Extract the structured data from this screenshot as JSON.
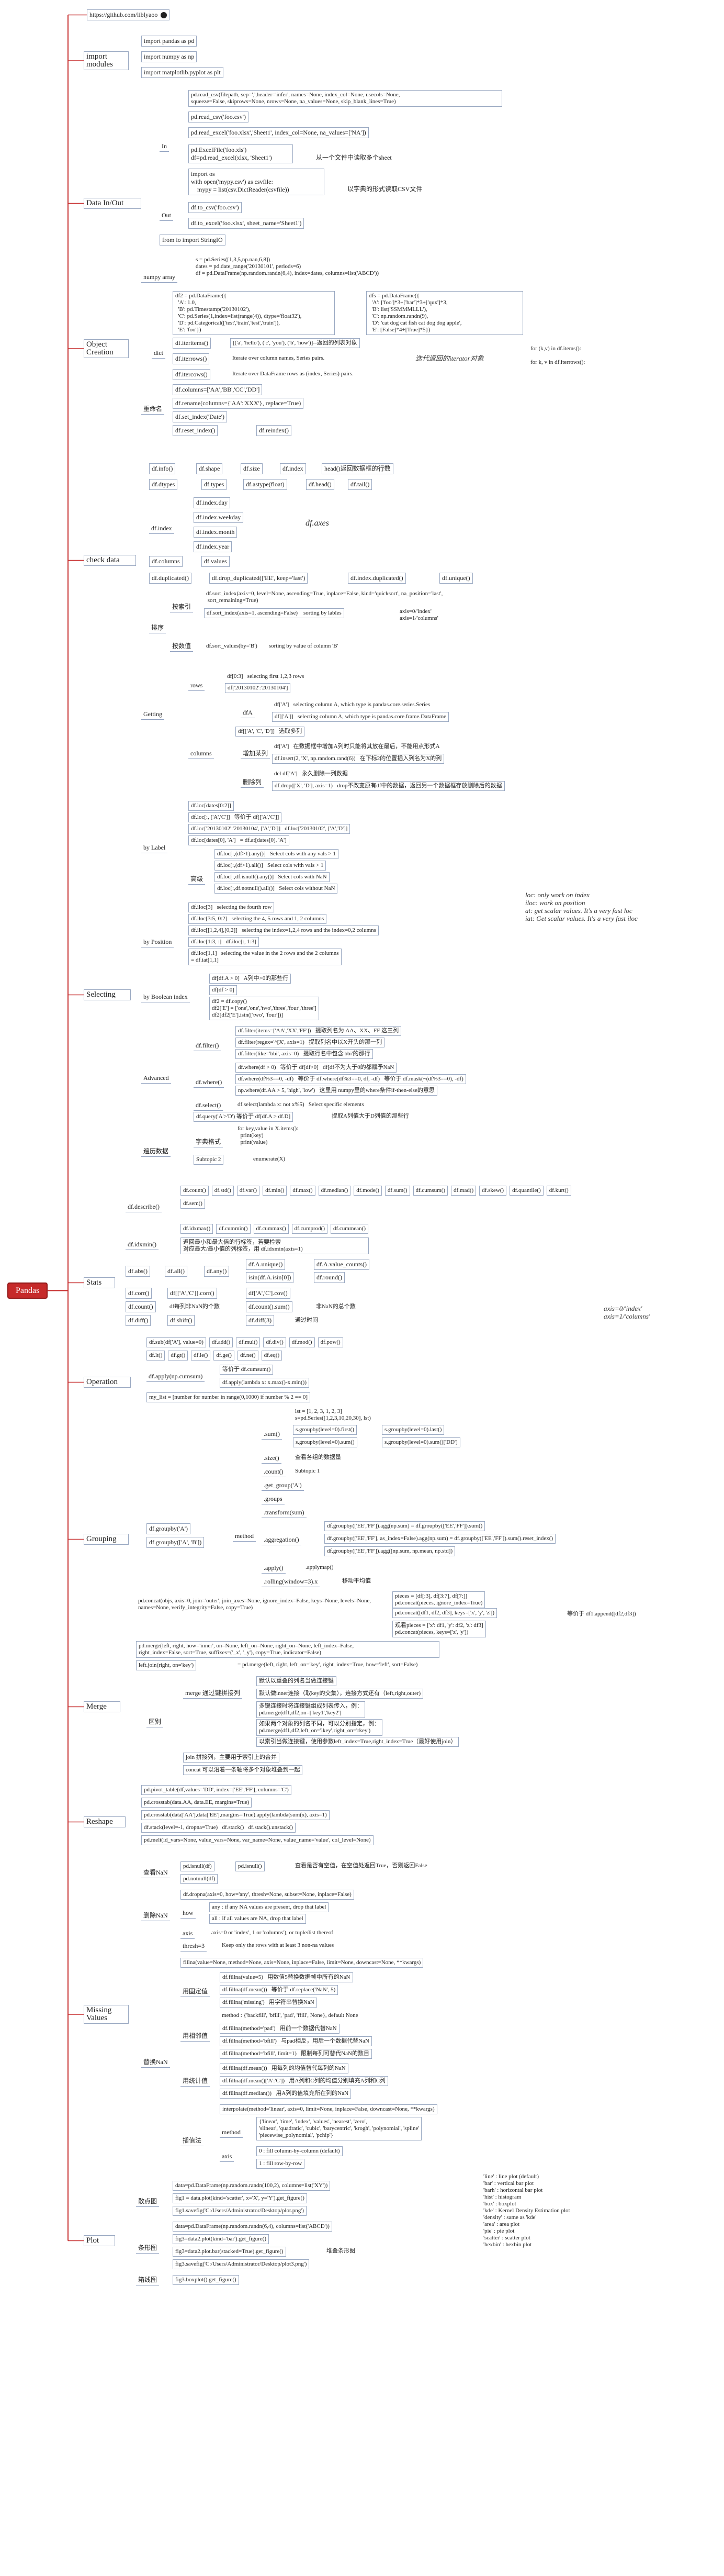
{
  "root": "Pandas",
  "header": {
    "url": "https://github.com/liblyaoo"
  },
  "sections": {
    "imports": {
      "title": "import\nmodules",
      "items": [
        "import pandas as pd",
        "import numpy as np",
        "import matplotlib.pyplot as plt"
      ]
    },
    "io": {
      "title": "Data In/Out",
      "in_label": "In",
      "out_label": "Out",
      "in_items": [
        "pd.read_csv(filepath, sep=',',header='infer', names=None, index_col=None, usecols=None,\nsqueeze=False, skiprows=None, nrows=None, na_values=None, skip_blank_lines=True)",
        "pd.read_csv('foo.csv')",
        "pd.read_excel('foo.xlsx','Sheet1', index_col=None, na_values=['NA'])",
        "pd.ExcelFile('foo.xls')\ndf=pd.read_excel(xlsx, 'Sheet1')",
        "import os\nwith open('mypy.csv') as csvfile:\n    mypy = list(csv.DictReader(csvfile))",
        "df.to_csv('foo.csv')",
        "df.to_excel('foo.xlsx', sheet_name='Sheet1')",
        "from io import StringIO"
      ],
      "in_note1": "从一个文件中读取多个sheet",
      "in_note2": "以字典的形式读取CSV文件"
    },
    "object": {
      "title": "Object\nCreation",
      "numpy_array": "numpy array",
      "numpy_code": "s = pd.Series([1,3,5,np.nan,6,8])\ndates = pd.date_range('20130101', periods=6)\ndf = pd.DataFrame(np.random.randn(6,4), index=dates, columns=list('ABCD'))",
      "dict_label": "dict",
      "dict_code1": "df2 = pd.DataFrame({\n  'A': 1.0,\n  'B': pd.Timestamp('20130102'),\n  'C': pd.Series(1,index=list(range(4)), dtype='float32'),\n  'D': pd.Categorical(['test','train','test','train']),\n  'E': 'foo'})",
      "dict_code2": "dfs = pd.DataFrame({\n  'A': ['foo']*3+['bar']*3+['qux']*3,\n  'B': list('SSMMMLLL'),\n  'C': np.random.randn(9),\n  'D': 'cat dog cat fish cat dog dog apple',\n  'E': [False]*4+[True]*5})",
      "iteritems": "df.iteritems()",
      "iteritems_eg": "[('a', 'hello'), ('c', 'you'), ('b', 'how')]--返回的列表对象",
      "iterrows": "df.iterrows()",
      "iterrows_desc": "Iterate over column names, Series pairs.",
      "itertuples": "df.itercows()",
      "itertuples_desc": "Iterate over DataFrame rows as (index, Series) pairs.",
      "iter_note": "迭代返回的iterator对象",
      "iter_eg": "for (k,v) in df.items():\n\nfor k, v in df.iterrows():",
      "rename_label": "重命名",
      "rename_items": [
        "df.columns=['AA','BB','CC','DD']",
        "df.rename(columns={'AA':'XXX'}, replace=True)",
        "df.set_index('Date')",
        "df.reset_index()",
        "df.reindex()"
      ]
    },
    "check": {
      "title": "check data",
      "row1": [
        "df.info()",
        "df.shape",
        "df.size",
        "df.index",
        "head()返回数据框的行数",
        "df.head()",
        "df.tail()"
      ],
      "dtypes": "df.dtypes",
      "types": "df.types",
      "astype": "df.astype(float)",
      "index_label": "df.index",
      "index_items": [
        "df.index.day",
        "df.index.weekday",
        "df.index.month",
        "df.index.year"
      ],
      "axes_note": "df.axes",
      "columns": "df.columns",
      "values": "df.values",
      "dup_row": [
        "df.duplicated()",
        "df.drop_duplicated(['EE', keep='last')",
        "df.index.duplicated()",
        "df.unique()"
      ],
      "sort_label": "排序",
      "sort_idx_label": "按索引",
      "sort_val_label": "按数值",
      "sort_idx_code": "df.sort_index(axis=0, level=None, ascending=True, inplace=False, kind='quicksort', na_position='last',\n sort_remaining=True)",
      "sort_idx_eg": "df.sort_index(axis=1, ascending=False)    sorting by lables",
      "sort_axis_note": "axis=0/'index'\naxis=1/'columns'",
      "sort_val_eg": "df.sort_values(by='B')        sorting by value of column 'B'"
    },
    "selecting": {
      "title": "Selecting",
      "getting": "Getting",
      "rows_label": "rows",
      "rows_items": [
        "df[0:3]   selecting first 1,2,3 rows",
        "df['20130102':'20130104']"
      ],
      "columns_label": "columns",
      "dfA_label": "dfA",
      "dfA_items": [
        "df['A']   selecting column A, which type is pandas.core.series.Series",
        "df[['A']]   selecting column A, which type is pandas.core.frame.DataFrame"
      ],
      "multi_col": "df[['A', 'C', 'D']]   选取多列",
      "add_label": "增加某列",
      "add_items": [
        "df['A']   在数据框中增加A列时只能将其放在最后，不能用点形式A",
        "df.insert(2, 'X', np.random.rand(6))   在下标2的位置插入列名为X的列"
      ],
      "del_label": "删除列",
      "del_items": [
        "del df['A']   永久删除一列数据",
        "df.drop(['X', 'D'], axis=1)   drop不改变原有df中的数据，返回另一个数据框存放删除后的数据"
      ],
      "by_label_title": "by Label",
      "by_label_items": [
        "df.loc[dates[0:2]]",
        "df.loc[:, ['A','C']]   等价于 df[['A','C']]",
        "df.loc['20130102':'20130104', ['A','D']]   df.loc['20130102', ['A','D']]",
        "df.loc[dates[0], 'A']   = df.at[dates[0], 'A']"
      ],
      "advanced_label": "高级",
      "advanced_items": [
        "df.loc[:,(df>1).any()]   Select cols with any vals > 1",
        "df.loc[:,(df>1).all()]   Select cols with vals > 1",
        "df.loc[:,df.isnull().any()]   Select cols with NaN",
        "df.loc[:,df.notnull().all()]   Select cols without NaN"
      ],
      "loc_note": "loc: only work on index\niloc: work on position\nat: get scalar values. It's a very fast loc\niat: Get scalar values. It's a very fast iloc",
      "by_position_title": "by Position",
      "by_position_items": [
        "df.iloc[3]   selecting the fourth row",
        "df.iloc[3:5, 0:2]   selecting the 4, 5 rows and 1, 2 columns",
        "df.iloc[[1,2,4],[0,2]]   selecting the index=1,2,4 rows and the index=0,2 columns",
        "df.iloc[1:3, :]   df.iloc[:, 1:3]",
        "df.iloc[1,1]   selecting the value in the 2 rows and the 2 columns\n= df.iat[1,1]"
      ],
      "by_boolean_title": "by Boolean index",
      "by_boolean_items": [
        "df[df.A > 0]   A列中>0的那些行",
        "df[df > 0]",
        "df2 = df.copy()\ndf2['E'] = ['one','one','two','three','four','three']\ndf2[df2['E'].isin(['two', 'four'])]"
      ],
      "advanced2_title": "Advanced",
      "filter_label": "df.filter()",
      "filter_items": [
        "df.filter(items=['AA','XX','FF'])   提取列名为 AA、XX、FF 这三列",
        "df.filter(regex='^[X', axis=1)   提取列名中以X开头的那一列",
        "df.filter(like='bbi', axis=0)   提取行名中包含'bbi'的那行"
      ],
      "where_label": "df.where()",
      "where_items": [
        "df.where(df > 0)   等价于 df[df>0]   df[df不为大于0的都赋予NaN",
        "df.where(df%3==0, -df)   等价于 df.where(df%3==0, df, -df)   等价于 df.mask(~(df%3==0), -df)",
        "np.where(df.AA > 5, 'high', 'low')   这里用 numpy里的where条件if-then-else的意思"
      ],
      "select_label": "df.select()",
      "select_item": "df.select(lambda x: not x%5)   Select specific elements",
      "query_label": "df.query('A'>'D') 等价于 df[df.A > df.D]",
      "query_desc": "提取A列值大于D列值的那些行",
      "iter_label": "遍历数据",
      "iter_items": [
        "for key,value in X.items():\n  print(key)\n  print(value)"
      ],
      "iter_form": "字典格式",
      "subtopic": "Subtopic 2",
      "enumerate": "enumerate(X)"
    },
    "stats": {
      "title": "Stats",
      "describe": "df.describe()",
      "describe_items": [
        "df.count()",
        "df.std()",
        "df.var()",
        "df.min()",
        "df.max()",
        "df.median()",
        "df.mode()",
        "df.sum()",
        "df.cumsum()",
        "df.mad()",
        "df.skew()",
        "df.quantile()",
        "df.kurt()",
        "df.sem()"
      ],
      "idxmin": "df.idxmin()",
      "idxmin_items": [
        "df.idxmax()",
        "df.cummin()",
        "df.cummax()",
        "df.cumprod()",
        "df.cummean()"
      ],
      "idxmin_note": "返回最小和最大值的行标签，若要检索\n对应最大/最小值的列标签，用 df.idxmin(axis=1)",
      "abs_row": [
        "df.abs()",
        "df.all()",
        "df.any()"
      ],
      "unique": "df.A.unique()",
      "value_counts": "df.A.value_counts()",
      "isin": "isin(df.A.isin[0])",
      "round": "df.round()",
      "corr_row": [
        "df.corr()",
        "df[['A','C']].corr()",
        "df['A','C'].cov()"
      ],
      "count_row": [
        "df.count()",
        "df每列非NaN的个数",
        "df.count().sum()",
        "非NaN的总个数"
      ],
      "diff_row": [
        "df.diff()",
        "df.shift()",
        "df.diff(3)",
        "通过时间"
      ],
      "axis_note": "axis=0/'index'\naxis=1/'columns'"
    },
    "operation": {
      "title": "Operation",
      "row1": [
        "df.sub(df['A'], value=0)",
        "df.add()",
        "df.mul()",
        "df.div()",
        "df.mod()",
        "df.pow()"
      ],
      "row2": [
        "df.lt()",
        "df.gt()",
        "df.le()",
        "df.ge()",
        "df.ne()",
        "df.eq()"
      ],
      "apply": "df.apply(np.cumsum)",
      "apply_desc": "等价于 df.cumsum()",
      "apply2": "df.apply(lambda x: x.max()-x.min())",
      "list_comp": "my_list = [number for number in range(0,1000) if number % 2 == 0]"
    },
    "grouping": {
      "title": "Grouping",
      "g1": "df.groupby('A')",
      "g2": "df.groupby(['A', 'B'])",
      "method": "method",
      "items": [
        ".sum()",
        ".size()",
        ".count()",
        ".get_group('A')",
        ".groups",
        ".transform(sum)",
        ".aggregation()",
        ".apply()",
        ".rolling(window=3).x"
      ],
      "sum_code": "lst = [1, 2, 3, 1, 2, 3]\ns=pd.Series([1,2,3,10,20,30], lst)",
      "sum_items": [
        "s.groupby(level=0).first()",
        "s.groupby(level=0).last()",
        "s.groupby(level=0).sum()",
        "s.groupby(level=0).sum()['DD']"
      ],
      "size_desc": "查看各组的数据量",
      "count_desc": "Subtopic 1",
      "agg_items": [
        "df.groupby(['EE','FF']).agg(np.sum) = df.groupby(['EE','FF']).sum()",
        "df.groupby(['EE','FF'], as_index=False).agg(np.sum) = df.groupby(['EE','FF']).sum().reset_index()",
        "df.groupby(['EE','FF']).agg([np.sum, np.mean, np.std])"
      ],
      "apply_desc": ".applymap()",
      "rolling_desc": "移动平均值"
    },
    "merge": {
      "title": "Merge",
      "concat": "pd.concat(objs, axis=0, join='outer', join_axes=None, ignore_index=False, keys=None, levels=None,\nnames=None, verify_integrity=False, copy=True)",
      "concat_items": [
        "pieces = [df[:3], df[3:7], df[7:]]\npd.concat(pieces, ignore_index=True)",
        "pd.concat([df1, df2, df3], keys=['x', 'y', 'z'])",
        "观看pieces = ['x': df1, 'y': df2, 'z': df3]\npd.concat(pieces, keys=['z', 'y'])"
      ],
      "append_note": "等价于 df1.append([df2,df3])",
      "merge_code": "pd.merge(left, right, how='inner', on=None, left_on=None, right_on=None, left_index=False,\nright_index=False, sort=True, suffixes=('_x', '_y'), copy=True, indicator=False)",
      "join": "left.join(right, on='key')",
      "join_eq": "= pd.merge(left, right, left_on='key', right_index=True, how='left', sort=False)",
      "diff_label": "区别",
      "merge_label": "merge 通过键拼接列",
      "merge_desc": [
        "默认以重叠的列名当做连接键",
        "默认做inner连接（取key的交集），连接方式还有（left,right,outer)",
        "多键连接时将连接键组成列表传入，例：\npd.merge(df1,df2,on=['key1','key2']",
        "如果两个对象的列名不同，可以分别指定，例：\npd.merge(df1,df2,left_on='lkey',right_on='rkey')",
        "以索引当做连接键，使用参数left_index=True,right_index=True（最好使用join）"
      ],
      "join_desc": "join 拼接列，主要用于索引上的合并",
      "concat_desc": "concat 可以沿着一条轴将多个对象堆叠到一起"
    },
    "reshape": {
      "title": "Reshape",
      "items": [
        "pd.pivot_table(df,values='DD', index=['EE','FF'], columns='C')",
        "pd.crosstab(data.AA, data.EE, margins=True)",
        "pd.crosstab(data['AA'],data['EE'],margins=True).apply(lambda(sum(x), axis=1)",
        "df.stack(level=-1, dropna=True)   df.stack()   df.stack().unstack()",
        "pd.melt(id_vars=None, value_vars=None, var_name=None, value_name='value', col_level=None)"
      ]
    },
    "missing": {
      "title": "Missing\nValues",
      "find_label": "查看NaN",
      "find_items": [
        "pd.isnull(df)",
        "pd.isnull()",
        "查看是否有空值，在空值处返回True，否则返回False",
        "pd.notnull(df)"
      ],
      "drop_label": "删除NaN",
      "dropna": "df.dropna(axis=0, how='any', thresh=None, subset=None, inplace=False)",
      "how_label": "how",
      "how_items": [
        "any : if any NA values are present, drop that label",
        "all : if all values are NA, drop that label"
      ],
      "axis_label": "axis",
      "axis_desc": "axis=0 or 'index', 1 or 'columns'), or tuple/list thereof",
      "thresh_label": "thresh=3",
      "thresh_desc": "Keep only the rows with at least 3 non-na values",
      "fill_label": "替换NaN",
      "fillna": "fillna(value=None, method=None, axis=None, inplace=False, limit=None, downcast=None, **kwargs)",
      "fill_items": [
        "df.fillna(value=5)   用数值5替换数据帧中所有的NaN",
        "df.fillna(df.mean())   等价于 df.replace('NaN', 5)",
        "df.fillna('missing')   用字符串替换NaN"
      ],
      "fill_scalar": "用固定值",
      "method_label": "method : {'backfill', 'bfill', 'pad', 'ffill', None}, default None",
      "method_items": [
        "df.fillna(method='pad')   用前一个数据代替NaN",
        "df.fillna(method='bfill')   与pad相反，用后一个数据代替NaN",
        "df.fillna(method='bfill', limit=1)   限制每列可替代NaN的数目"
      ],
      "fill_adjacent": "用相邻值",
      "stat_items": [
        "df.fillna(df.mean())   用每列的均值替代每列的NaN",
        "df.fillna(df.mean()['A':'C'])   用A列和C列的均值分别填充A列和C列",
        "df.fillna(df.median())   用A列的值填充所在列的NaN"
      ],
      "fill_stat": "用统计值",
      "interp": "interpolate(method='linear', axis=0, limit=None, inplace=False, downcast=None, **kwargs)",
      "interp_method": "method",
      "interp_desc": "{'linear', 'time', 'index', 'values', 'nearest', 'zero',\n'slinear', 'quadratic', 'cubic', 'barycentric', 'krogh', 'polynomial', 'spline'\n'piecewise_polynomial', 'pchip'}",
      "interp_axis": "axis",
      "interp_axis_items": [
        "0 : fill column-by-column (default)",
        "1 : fill row-by-row"
      ],
      "interp_label": "插值法"
    },
    "plot": {
      "title": "Plot",
      "scatter_label": "散点图",
      "scatter_items": [
        "data=pd.DataFrame(np.random.randn(100,2), columns=list('XY'))",
        "fig1 = data.plot(kind='scatter', x='X', y='Y').get_figure()",
        "fig1.savefig('C:/Users/Administrator/Desktop/plot.png')"
      ],
      "bar_label": "条形图",
      "bar_items": [
        "data=pd.DataFrame(np.random.randn(6,4), columns=list('ABCD'))",
        "fig3=data2.plot(kind='bar').get_figure()",
        "fig3=data2.plot.bar(stacked=True).get_figure()",
        "fig3.savefig('C:/Users/Administrator/Desktop/plot3.png')"
      ],
      "stack_label": "堆叠条形图",
      "box_label": "箱线图",
      "box_item": "fig3.boxplot().get_figure()",
      "kinds": "'line' : line plot (default)\n'bar' : vertical bar plot\n'barh' : horizontal bar plot\n'hist' : histogram\n'box' : boxplot\n'kde' : Kernel Density Estimation plot\n'density' : same as 'kde'\n'area' : area plot\n'pie' : pie plot\n'scatter' : scatter plot\n'hexbin' : hexbin plot"
    }
  }
}
